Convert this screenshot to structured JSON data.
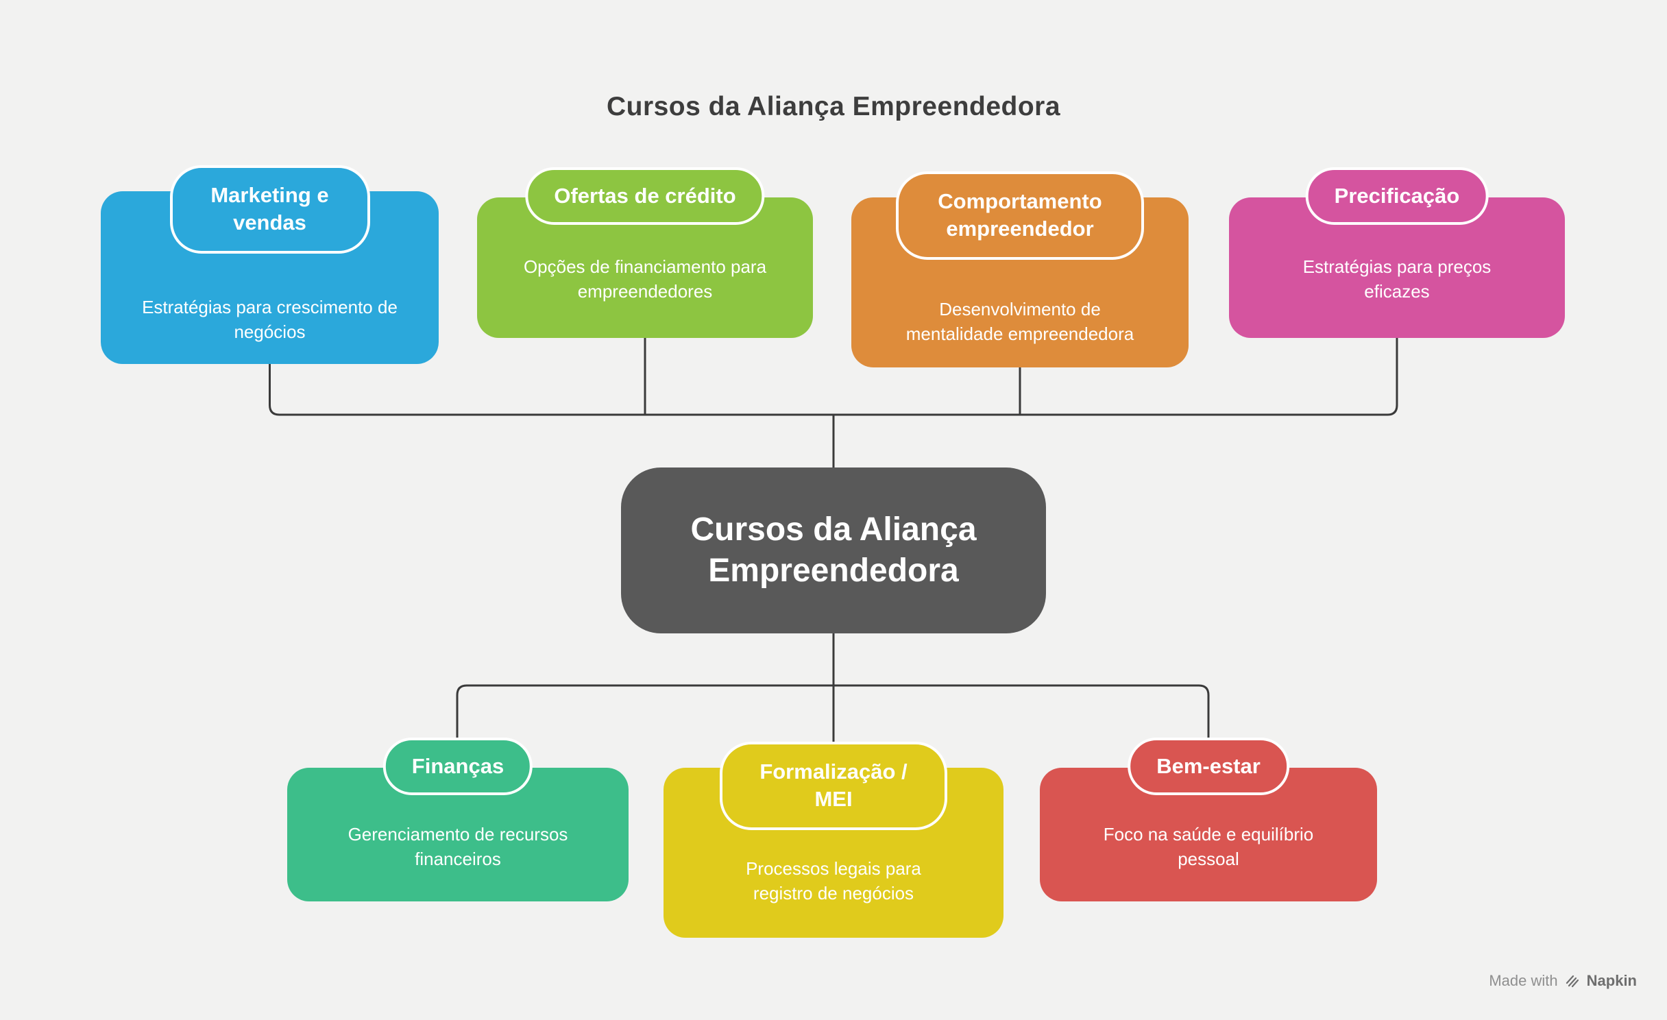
{
  "page_title": "Cursos da Aliança Empreendedora",
  "center_node": {
    "title": "Cursos da Aliança Empreendedora",
    "color": "#595959"
  },
  "top_cards": [
    {
      "title": "Marketing e vendas",
      "description": "Estratégias para crescimento de negócios",
      "color": "#2BA8DB"
    },
    {
      "title": "Ofertas de crédito",
      "description": "Opções de financiamento para empreendedores",
      "color": "#8DC541"
    },
    {
      "title": "Comportamento empreendedor",
      "description": "Desenvolvimento de mentalidade empreendedora",
      "color": "#DE8C3B"
    },
    {
      "title": "Precificação",
      "description": "Estratégias para preços eficazes",
      "color": "#D5549F"
    }
  ],
  "bottom_cards": [
    {
      "title": "Finanças",
      "description": "Gerenciamento de recursos financeiros",
      "color": "#3DBE8A"
    },
    {
      "title": "Formalização / MEI",
      "description": "Processos legais para registro de negócios",
      "color": "#E0CB1C"
    },
    {
      "title": "Bem-estar",
      "description": "Foco na saúde e equilíbrio pessoal",
      "color": "#D95551"
    }
  ],
  "credit": {
    "made_with": "Made with",
    "brand": "Napkin"
  },
  "colors": {
    "background": "#F2F2F1",
    "connector_line": "#3A3A3A",
    "title_text": "#3D3D3D",
    "card_text": "#FFFFFF"
  }
}
